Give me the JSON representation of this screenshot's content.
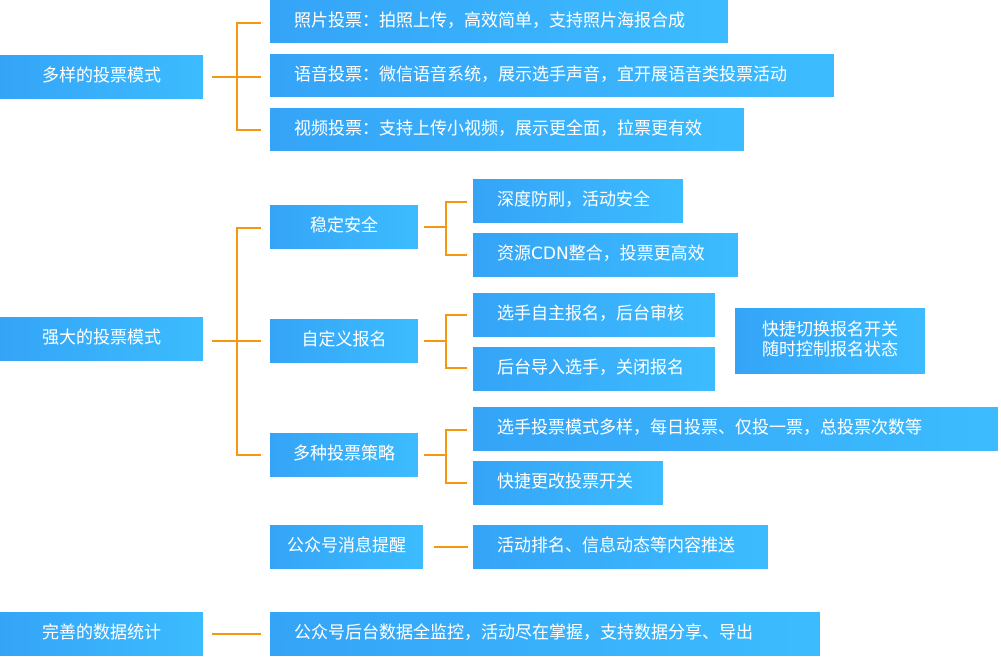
{
  "diagram": {
    "colors": {
      "box": "#38aefa",
      "connector": "#f6980f",
      "text": "#ffffff"
    },
    "root_nodes": [
      {
        "label": "多样的投票模式",
        "children": [
          {
            "label": "照片投票：拍照上传，高效简单，支持照片海报合成"
          },
          {
            "label": "语音投票：微信语音系统，展示选手声音，宜开展语音类投票活动"
          },
          {
            "label": "视频投票：支持上传小视频，展示更全面，拉票更有效"
          }
        ]
      },
      {
        "label": "强大的投票模式",
        "children": [
          {
            "label": "稳定安全",
            "children": [
              {
                "label": "深度防刷，活动安全"
              },
              {
                "label": "资源CDN整合，投票更高效"
              }
            ]
          },
          {
            "label": "自定义报名",
            "children": [
              {
                "label": "选手自主报名，后台审核"
              },
              {
                "label": "后台导入选手，关闭报名"
              }
            ],
            "note": {
              "line1": "快捷切换报名开关",
              "line2": "随时控制报名状态"
            }
          },
          {
            "label": "多种投票策略",
            "children": [
              {
                "label": "选手投票模式多样，每日投票、仅投一票，总投票次数等"
              },
              {
                "label": "快捷更改投票开关"
              }
            ]
          },
          {
            "label": "公众号消息提醒",
            "children": [
              {
                "label": "活动排名、信息动态等内容推送"
              }
            ]
          }
        ]
      },
      {
        "label": "完善的数据统计",
        "children": [
          {
            "label": "公众号后台数据全监控，活动尽在掌握，支持数据分享、导出"
          }
        ]
      }
    ]
  }
}
